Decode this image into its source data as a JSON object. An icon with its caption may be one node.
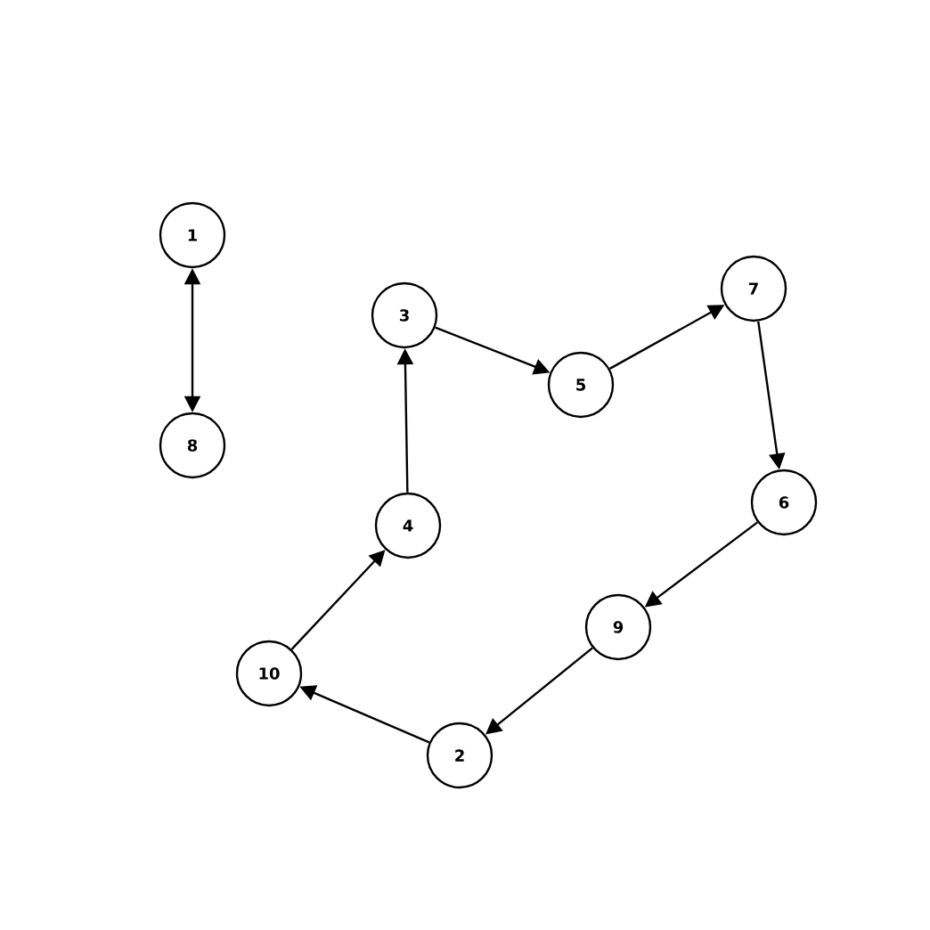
{
  "diagram": {
    "nodes": [
      {
        "text": [
          "1"
        ]
      },
      {
        "text": [
          "2"
        ]
      },
      {
        "text": [
          "3"
        ]
      },
      {
        "text": [
          "4"
        ]
      },
      {
        "text": [
          "5"
        ]
      },
      {
        "text": [
          "6"
        ]
      },
      {
        "text": [
          "7"
        ]
      },
      {
        "text": [
          "8"
        ]
      },
      {
        "text": [
          "9"
        ]
      },
      {
        "text": [
          "10"
        ]
      }
    ],
    "edges": [
      {
        "from": 0,
        "to": 7,
        "arrow": "both"
      },
      {
        "from": 3,
        "to": 2,
        "arrow": "to"
      },
      {
        "from": 2,
        "to": 4,
        "arrow": "to"
      },
      {
        "from": 4,
        "to": 6,
        "arrow": "to"
      },
      {
        "from": 6,
        "to": 5,
        "arrow": "to"
      },
      {
        "from": 5,
        "to": 8,
        "arrow": "to"
      },
      {
        "from": 8,
        "to": 1,
        "arrow": "to"
      },
      {
        "from": 1,
        "to": 9,
        "arrow": "to"
      },
      {
        "from": 9,
        "to": 3,
        "arrow": "to"
      }
    ]
  }
}
